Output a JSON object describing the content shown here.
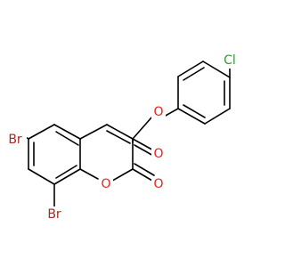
{
  "molecule": {
    "atoms": [
      {
        "id": "cl",
        "label": "Cl",
        "color": "#2e9e2e"
      },
      {
        "id": "o_ester",
        "label": "O",
        "color": "#e8211b"
      },
      {
        "id": "o_carbonyl",
        "label": "O",
        "color": "#e8211b"
      },
      {
        "id": "o_ring",
        "label": "O",
        "color": "#e8211b"
      },
      {
        "id": "o_lactone",
        "label": "O",
        "color": "#e8211b"
      },
      {
        "id": "br6",
        "label": "Br",
        "color": "#a8291f"
      },
      {
        "id": "br8",
        "label": "Br",
        "color": "#a8291f"
      }
    ]
  },
  "colors": {
    "bond": "#000000",
    "background": "#ffffff"
  }
}
